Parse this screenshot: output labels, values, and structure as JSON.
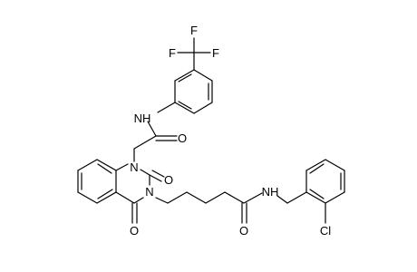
{
  "molecule": {
    "atoms": {
      "f_top": "F",
      "f_left": "F",
      "f_right": "F",
      "nh_amide_top": "NH",
      "o_top_amide": "O",
      "n1_ring": "N",
      "o_c2": "O",
      "n3_ring": "N",
      "o_c4": "O",
      "nh_amide_right": "NH",
      "o_right_amide": "O",
      "cl": "Cl"
    }
  },
  "colors": {
    "bond": "#000000",
    "text": "#000000",
    "background": "#ffffff"
  }
}
